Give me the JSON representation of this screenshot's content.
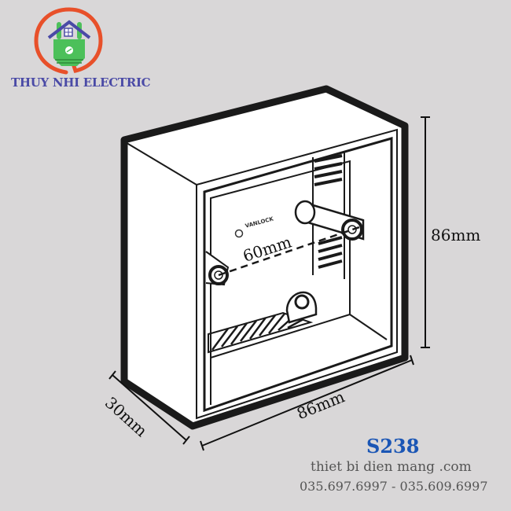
{
  "brand": {
    "name": "THUY NHI ELECTRIC",
    "logo_icon": "house-plug-icon",
    "colors": {
      "ring": "#e8502a",
      "plug": "#4cc05a",
      "roof": "#4a4aa6",
      "text": "#4a4aa6"
    }
  },
  "product": {
    "model": "S238",
    "model_color": "#1b56b5",
    "box_brand": "VANLOCK"
  },
  "dimensions": {
    "height": "86mm",
    "width": "86mm",
    "depth": "30mm",
    "screw_spacing": "60mm"
  },
  "contact": {
    "website": "thiet bi dien mang .com",
    "phones": "035.697.6997 - 035.609.6997"
  }
}
